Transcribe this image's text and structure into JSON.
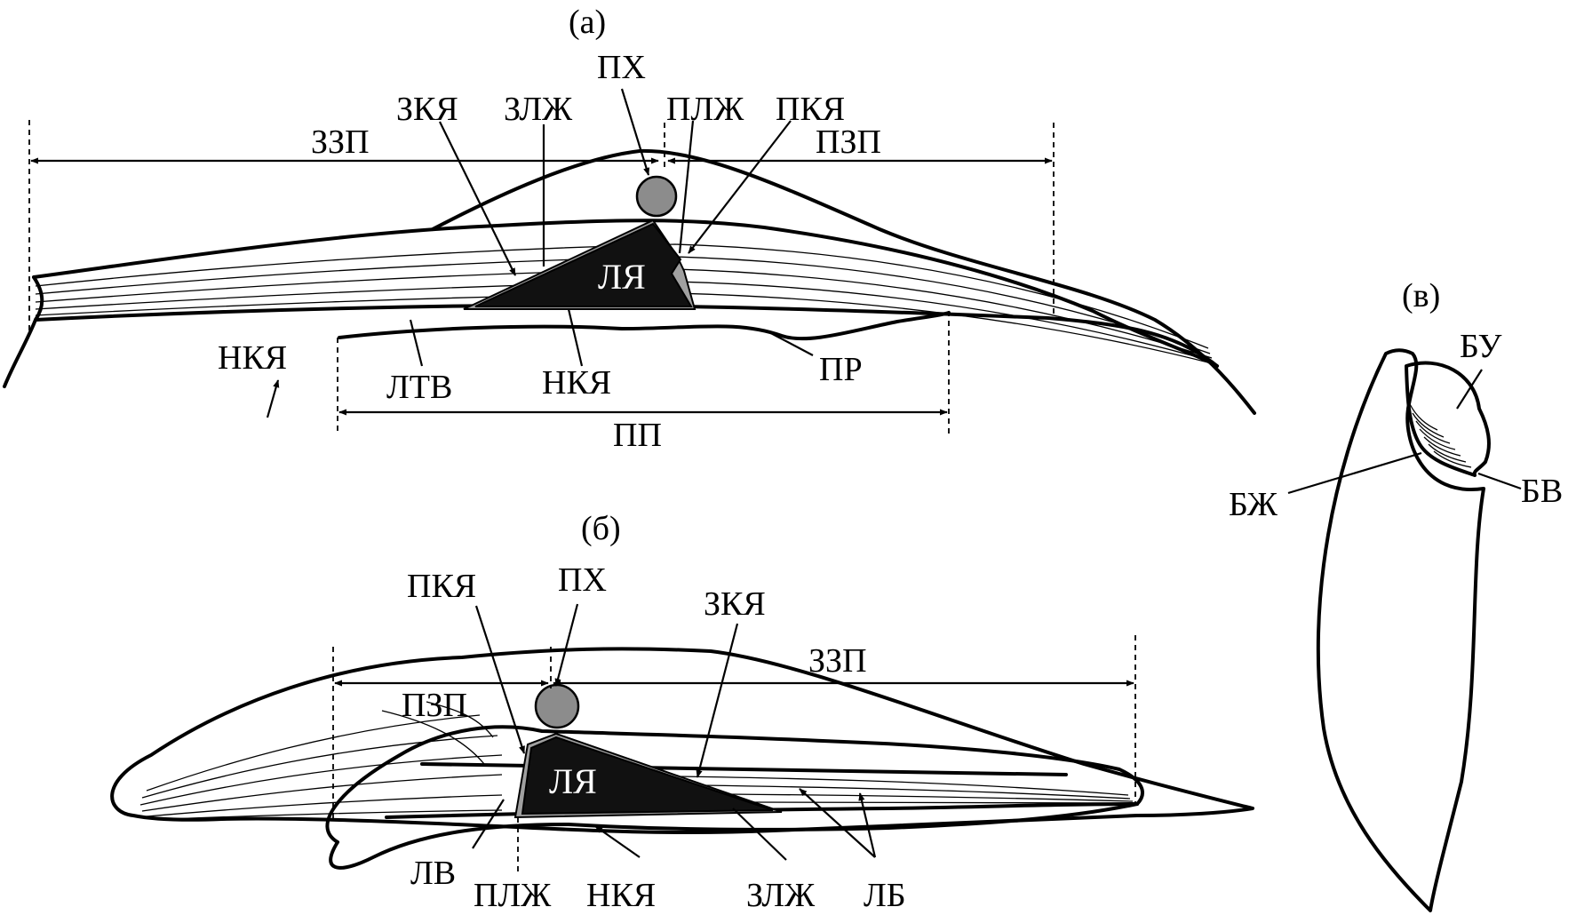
{
  "panels": {
    "a": {
      "title": "(а)",
      "labels": {
        "pkh": "ПХ",
        "zkya": "ЗКЯ",
        "zlzh": "ЗЛЖ",
        "plzh": "ПЛЖ",
        "pkya": "ПКЯ",
        "zzp": "ЗЗП",
        "pzp": "ПЗП",
        "lya": "ЛЯ",
        "nkya_left": "НКЯ",
        "ltv": "ЛТВ",
        "nkya": "НКЯ",
        "pr": "ПР",
        "pp": "ПП"
      }
    },
    "b": {
      "title": "(б)",
      "labels": {
        "pkya": "ПКЯ",
        "pkh": "ПХ",
        "zkya": "ЗКЯ",
        "zzp": "ЗЗП",
        "pzp": "ПЗП",
        "lya": "ЛЯ",
        "lv": "ЛВ",
        "plzh": "ПЛЖ",
        "nkya": "НКЯ",
        "zlzh": "ЗЛЖ",
        "lb": "ЛБ"
      }
    },
    "v": {
      "title": "(в)",
      "labels": {
        "bu": "БУ",
        "bzh": "БЖ",
        "bv": "БВ"
      }
    }
  },
  "colors": {
    "ink": "#000000",
    "notochord": "#8c8c8c",
    "cartilage": "#111111",
    "plate_edge": "#a0a0a0"
  }
}
